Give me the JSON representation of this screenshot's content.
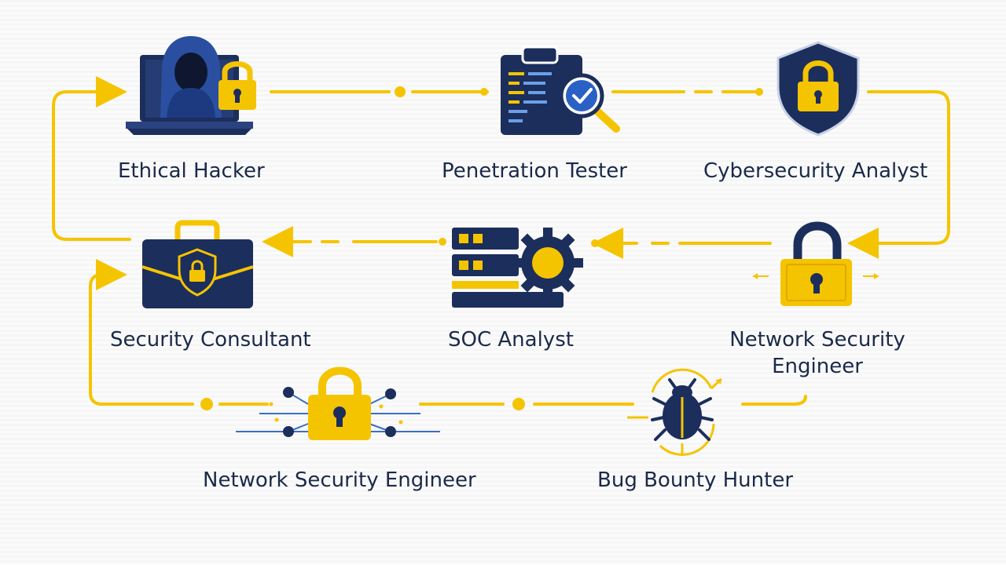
{
  "diagram": {
    "colors": {
      "navy": "#1c2e5c",
      "gold": "#f5c400",
      "text": "#1b2a4a",
      "line_blue": "#3a6fc4"
    },
    "roles": [
      {
        "id": "ethical-hacker",
        "label": "Ethical Hacker",
        "icon": "hooded-hacker-laptop-lock-icon"
      },
      {
        "id": "penetration-tester",
        "label": "Penetration Tester",
        "icon": "clipboard-magnifier-check-icon"
      },
      {
        "id": "cybersecurity-analyst",
        "label": "Cybersecurity Analyst",
        "icon": "shield-lock-icon"
      },
      {
        "id": "security-consultant",
        "label": "Security Consultant",
        "icon": "briefcase-shield-icon"
      },
      {
        "id": "soc-analyst",
        "label": "SOC Analyst",
        "icon": "server-gear-icon"
      },
      {
        "id": "network-security-engineer-top",
        "label_line1": "Network Security",
        "label_line2": "Engineer",
        "icon": "padlock-arrows-icon"
      },
      {
        "id": "network-security-engineer",
        "label": "Network Security Engineer",
        "icon": "padlock-network-icon"
      },
      {
        "id": "bug-bounty-hunter",
        "label": "Bug Bounty Hunter",
        "icon": "bug-target-icon"
      }
    ]
  }
}
